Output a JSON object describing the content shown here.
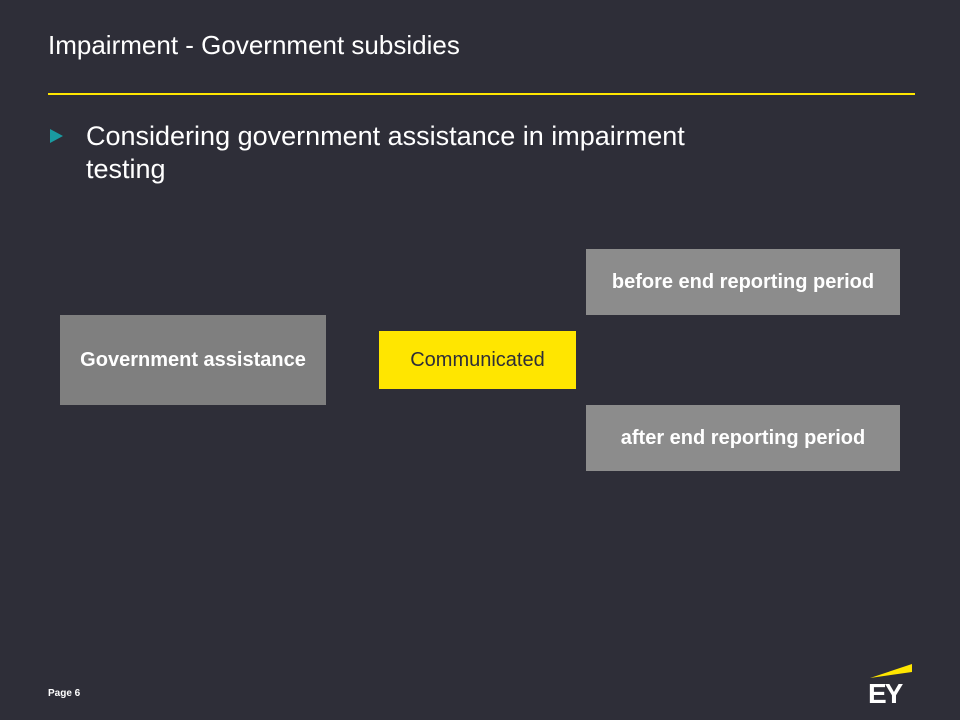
{
  "slide": {
    "title": "Impairment - Government subsidies",
    "bullet": "Considering government assistance in impairment testing",
    "page_label": "Page 6"
  },
  "diagram": {
    "source": "Government assistance",
    "middle": "Communicated",
    "outcome_top": "before end reporting period",
    "outcome_bottom": "after end reporting period"
  },
  "logo": {
    "text": "EY"
  },
  "colors": {
    "background": "#2e2e38",
    "accent_yellow": "#ffe600",
    "bullet_teal": "#1a9ba1",
    "box_gray": "#7f7f7f"
  }
}
